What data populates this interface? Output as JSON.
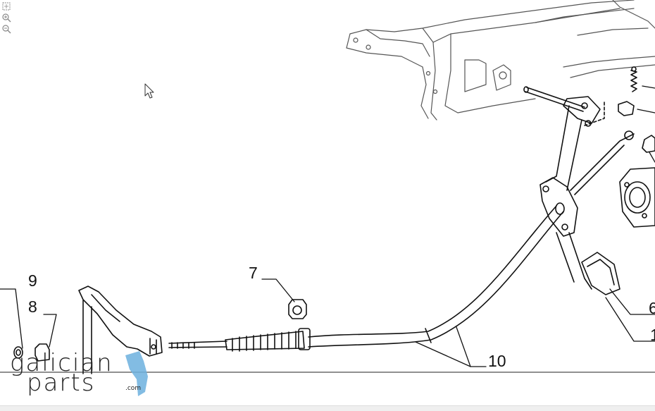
{
  "viewer": {
    "tools": [
      {
        "name": "fit-to-page",
        "label": ""
      },
      {
        "name": "zoom-in",
        "label": ""
      },
      {
        "name": "zoom-out",
        "label": ""
      }
    ]
  },
  "callouts": {
    "c9": "9",
    "c8": "8",
    "c7": "7",
    "c10": "10",
    "c6": "6",
    "c1": "1"
  },
  "watermark": {
    "word1": "galician",
    "word2": "parts",
    "suffix": ".com",
    "accent": "#6cb0de"
  },
  "colors": {
    "line": "#111111",
    "faint": "#555555",
    "toolbar_icon": "#8a8a8a"
  },
  "icons": [
    "fit-to-page-icon",
    "zoom-in-icon",
    "zoom-out-icon",
    "mouse-cursor-icon"
  ]
}
